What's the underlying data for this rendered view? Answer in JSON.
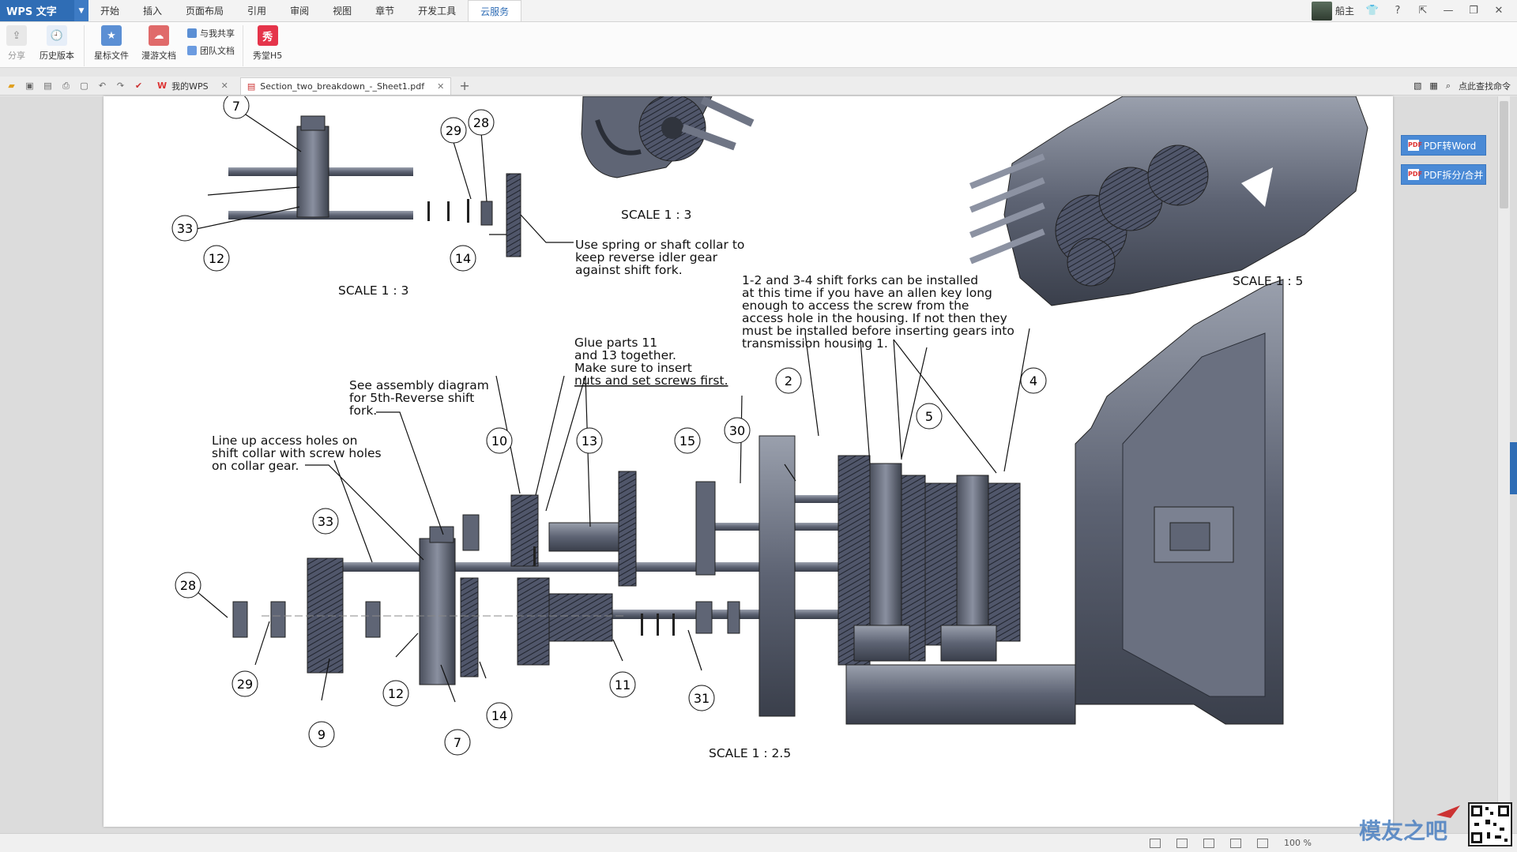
{
  "app": {
    "name": "WPS 文字"
  },
  "menu": {
    "tabs": [
      "开始",
      "插入",
      "页面布局",
      "引用",
      "审阅",
      "视图",
      "章节",
      "开发工具",
      "云服务"
    ],
    "active_index": 8
  },
  "user": {
    "name": "船主"
  },
  "ribbon": {
    "share": "分享",
    "history": "历史版本",
    "starred": "星标文件",
    "roaming": "漫游文档",
    "shared_with_me": "与我共享",
    "team_docs": "团队文档",
    "xiutang": "秀堂H5",
    "xiu_icon": "秀"
  },
  "tabs": {
    "my_wps": "我的WPS",
    "doc_name": "Section_two_breakdown_-_Sheet1.pdf",
    "search_cmd": "点此查找命令"
  },
  "sidebar": {
    "pdf_to_word": "PDF转Word",
    "pdf_split": "PDF拆分/合并",
    "pdf_icon_text": "PDF"
  },
  "status": {
    "zoom": "100 %"
  },
  "watermark": {
    "text": "模友之吧"
  },
  "drawing": {
    "scales": {
      "top_left": "SCALE 1 : 3",
      "top_middle": "SCALE 1 : 3",
      "top_right": "SCALE 1 : 5",
      "bottom": "SCALE 1 : 2.5"
    },
    "callouts": {
      "c7a": "7",
      "c29a": "29",
      "c28a": "28",
      "c33a": "33",
      "c12a": "12",
      "c14a": "14",
      "c2": "2",
      "c4": "4",
      "c5": "5",
      "c30": "30",
      "c10": "10",
      "c13": "13",
      "c15": "15",
      "c33b": "33",
      "c28b": "28",
      "c29b": "29",
      "c12b": "12",
      "c7b": "7",
      "c9": "9",
      "c14b": "14",
      "c11": "11",
      "c31": "31"
    },
    "notes": {
      "spring": [
        "Use spring or shaft collar to",
        "keep reverse idler gear",
        "against shift fork."
      ],
      "shift_forks": [
        "1-2 and 3-4 shift forks can be installed",
        "at this time if you have an allen key long",
        "enough to access the screw from the",
        "access hole in the housing. If not then they",
        "must be installed before inserting gears into",
        "transmission housing 1."
      ],
      "glue": [
        "Glue parts 11",
        "and 13 together.",
        "Make sure to insert",
        "nuts and set screws first."
      ],
      "assembly": [
        "See assembly diagram",
        "for 5th-Reverse shift",
        "fork."
      ],
      "lineup": [
        "Line up access holes on",
        "shift collar with screw holes",
        "on collar gear."
      ]
    }
  }
}
